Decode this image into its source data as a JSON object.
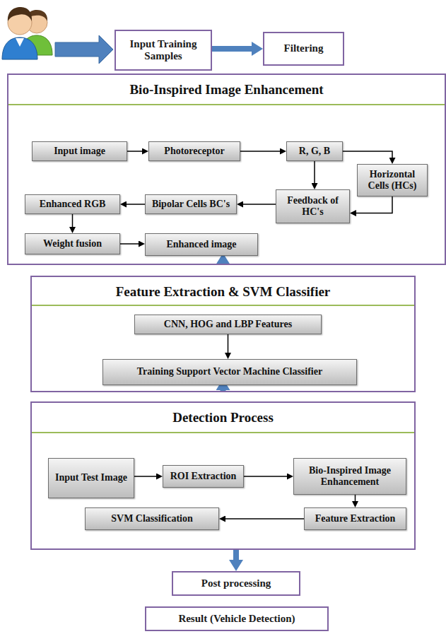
{
  "diagram": {
    "nodes": [
      {
        "text": [
          "Input Training Samples"
        ]
      },
      {
        "text": [
          "Filtering"
        ]
      },
      {
        "text": [
          "Bio-Inspired Image Enhancement"
        ]
      },
      {
        "text": [
          "Input image"
        ],
        "in": 2
      },
      {
        "text": [
          "Photoreceptor"
        ],
        "in": 2
      },
      {
        "text": [
          "R, G, B"
        ],
        "in": 2
      },
      {
        "text": [
          "Horizontal Cells (HCs)"
        ],
        "in": 2
      },
      {
        "text": [
          "Feedback of HC's"
        ],
        "in": 2
      },
      {
        "text": [
          "Bipolar Cells BC's"
        ],
        "in": 2
      },
      {
        "text": [
          "Enhanced RGB"
        ],
        "in": 2
      },
      {
        "text": [
          "Weight fusion"
        ],
        "in": 2
      },
      {
        "text": [
          "Enhanced image"
        ],
        "in": 2
      },
      {
        "text": [
          "Feature Extraction & SVM Classifier"
        ]
      },
      {
        "text": [
          "CNN, HOG and LBP Features"
        ],
        "in": 12
      },
      {
        "text": [
          "Training Support Vector Machine Classifier"
        ],
        "in": 12
      },
      {
        "text": [
          "Detection Process"
        ]
      },
      {
        "text": [
          "Input Test Image"
        ],
        "in": 15
      },
      {
        "text": [
          "ROI Extraction"
        ],
        "in": 15
      },
      {
        "text": [
          "Bio-Inspired Image Enhancement"
        ],
        "in": 15
      },
      {
        "text": [
          "Feature Extraction"
        ],
        "in": 15
      },
      {
        "text": [
          "SVM Classification"
        ],
        "in": 15
      },
      {
        "text": [
          "Post processing"
        ]
      },
      {
        "text": [
          "Result (Vehicle Detection)"
        ]
      }
    ],
    "edges": [
      {
        "from": 0,
        "to": 1,
        "arrow": "to"
      },
      {
        "from": 1,
        "to": 2,
        "arrow": "to"
      },
      {
        "from": 3,
        "to": 4,
        "arrow": "to"
      },
      {
        "from": 4,
        "to": 5,
        "arrow": "to"
      },
      {
        "from": 5,
        "to": 6,
        "arrow": "to"
      },
      {
        "from": 5,
        "to": 7,
        "arrow": "to"
      },
      {
        "from": 6,
        "to": 7,
        "arrow": "to"
      },
      {
        "from": 7,
        "to": 8,
        "arrow": "to"
      },
      {
        "from": 8,
        "to": 9,
        "arrow": "to"
      },
      {
        "from": 9,
        "to": 10,
        "arrow": "to"
      },
      {
        "from": 10,
        "to": 11,
        "arrow": "to"
      },
      {
        "from": 2,
        "to": 12,
        "arrow": "to"
      },
      {
        "from": 13,
        "to": 14,
        "arrow": "to"
      },
      {
        "from": 12,
        "to": 15,
        "arrow": "to"
      },
      {
        "from": 16,
        "to": 17,
        "arrow": "to"
      },
      {
        "from": 17,
        "to": 18,
        "arrow": "to"
      },
      {
        "from": 18,
        "to": 19,
        "arrow": "to"
      },
      {
        "from": 19,
        "to": 20,
        "arrow": "to"
      },
      {
        "from": 15,
        "to": 21,
        "arrow": "to"
      },
      {
        "from": 21,
        "to": 22,
        "arrow": "to"
      }
    ]
  }
}
